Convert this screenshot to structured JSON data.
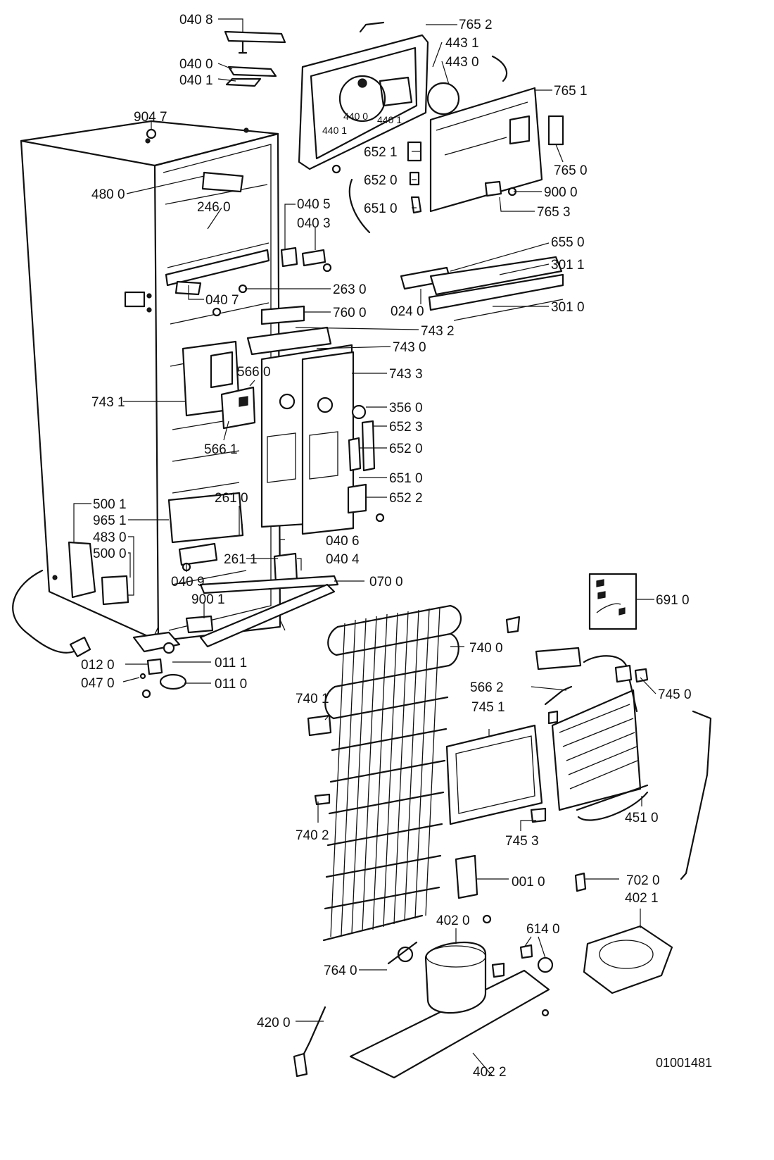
{
  "labels": [
    {
      "id": "p0408",
      "text": "040 8"
    },
    {
      "id": "p0400",
      "text": "040 0"
    },
    {
      "id": "p0401",
      "text": "040 1"
    },
    {
      "id": "p9047",
      "text": "904 7"
    },
    {
      "id": "p4800",
      "text": "480 0"
    },
    {
      "id": "p2460",
      "text": "246 0"
    },
    {
      "id": "p0405",
      "text": "040 5"
    },
    {
      "id": "p0403",
      "text": "040 3"
    },
    {
      "id": "p2630",
      "text": "263 0"
    },
    {
      "id": "p0407",
      "text": "040 7"
    },
    {
      "id": "p7600",
      "text": "760 0"
    },
    {
      "id": "p7652",
      "text": "765 2"
    },
    {
      "id": "p4431",
      "text": "443 1"
    },
    {
      "id": "p4430",
      "text": "443 0"
    },
    {
      "id": "p7651",
      "text": "765 1"
    },
    {
      "id": "p4400",
      "text": "440 0"
    },
    {
      "id": "p4401a",
      "text": "440 1"
    },
    {
      "id": "p4401b",
      "text": "440 1"
    },
    {
      "id": "p6521",
      "text": "652 1"
    },
    {
      "id": "p6520a",
      "text": "652 0"
    },
    {
      "id": "p6510a",
      "text": "651 0"
    },
    {
      "id": "p7650",
      "text": "765 0"
    },
    {
      "id": "p9000",
      "text": "900 0"
    },
    {
      "id": "p7653",
      "text": "765 3"
    },
    {
      "id": "p6550",
      "text": "655 0"
    },
    {
      "id": "p3011",
      "text": "301 1"
    },
    {
      "id": "p3010",
      "text": "301 0"
    },
    {
      "id": "p0240",
      "text": "024 0"
    },
    {
      "id": "p7432",
      "text": "743 2"
    },
    {
      "id": "p7430",
      "text": "743 0"
    },
    {
      "id": "p7433",
      "text": "743 3"
    },
    {
      "id": "p5660",
      "text": "566 0"
    },
    {
      "id": "p7431",
      "text": "743 1"
    },
    {
      "id": "p3560",
      "text": "356 0"
    },
    {
      "id": "p6523",
      "text": "652 3"
    },
    {
      "id": "p6520b",
      "text": "652 0"
    },
    {
      "id": "p5661",
      "text": "566 1"
    },
    {
      "id": "p6510b",
      "text": "651 0"
    },
    {
      "id": "p6522",
      "text": "652 2"
    },
    {
      "id": "p2610",
      "text": "261 0"
    },
    {
      "id": "p5001",
      "text": "500 1"
    },
    {
      "id": "p9651",
      "text": "965 1"
    },
    {
      "id": "p4830",
      "text": "483 0"
    },
    {
      "id": "p5000",
      "text": "500 0"
    },
    {
      "id": "p0406",
      "text": "040 6"
    },
    {
      "id": "p0404",
      "text": "040 4"
    },
    {
      "id": "p2611",
      "text": "261 1"
    },
    {
      "id": "p0409",
      "text": "040 9"
    },
    {
      "id": "p0700",
      "text": "070 0"
    },
    {
      "id": "p9001",
      "text": "900 1"
    },
    {
      "id": "p6910",
      "text": "691 0"
    },
    {
      "id": "p0120",
      "text": "012 0"
    },
    {
      "id": "p0111",
      "text": "011 1"
    },
    {
      "id": "p0470",
      "text": "047 0"
    },
    {
      "id": "p0110",
      "text": "011 0"
    },
    {
      "id": "p7400",
      "text": "740 0"
    },
    {
      "id": "p5662",
      "text": "566 2"
    },
    {
      "id": "p7450",
      "text": "745 0"
    },
    {
      "id": "p7401",
      "text": "740 1"
    },
    {
      "id": "p7451",
      "text": "745 1"
    },
    {
      "id": "p4510",
      "text": "451 0"
    },
    {
      "id": "p7402",
      "text": "740 2"
    },
    {
      "id": "p7453",
      "text": "745 3"
    },
    {
      "id": "p0010",
      "text": "001 0"
    },
    {
      "id": "p7020",
      "text": "702 0"
    },
    {
      "id": "p4021",
      "text": "402 1"
    },
    {
      "id": "p4020",
      "text": "402 0"
    },
    {
      "id": "p6140",
      "text": "614 0"
    },
    {
      "id": "p7640",
      "text": "764 0"
    },
    {
      "id": "p4200",
      "text": "420 0"
    },
    {
      "id": "p4022",
      "text": "402 2"
    }
  ],
  "document_id": "01001481"
}
